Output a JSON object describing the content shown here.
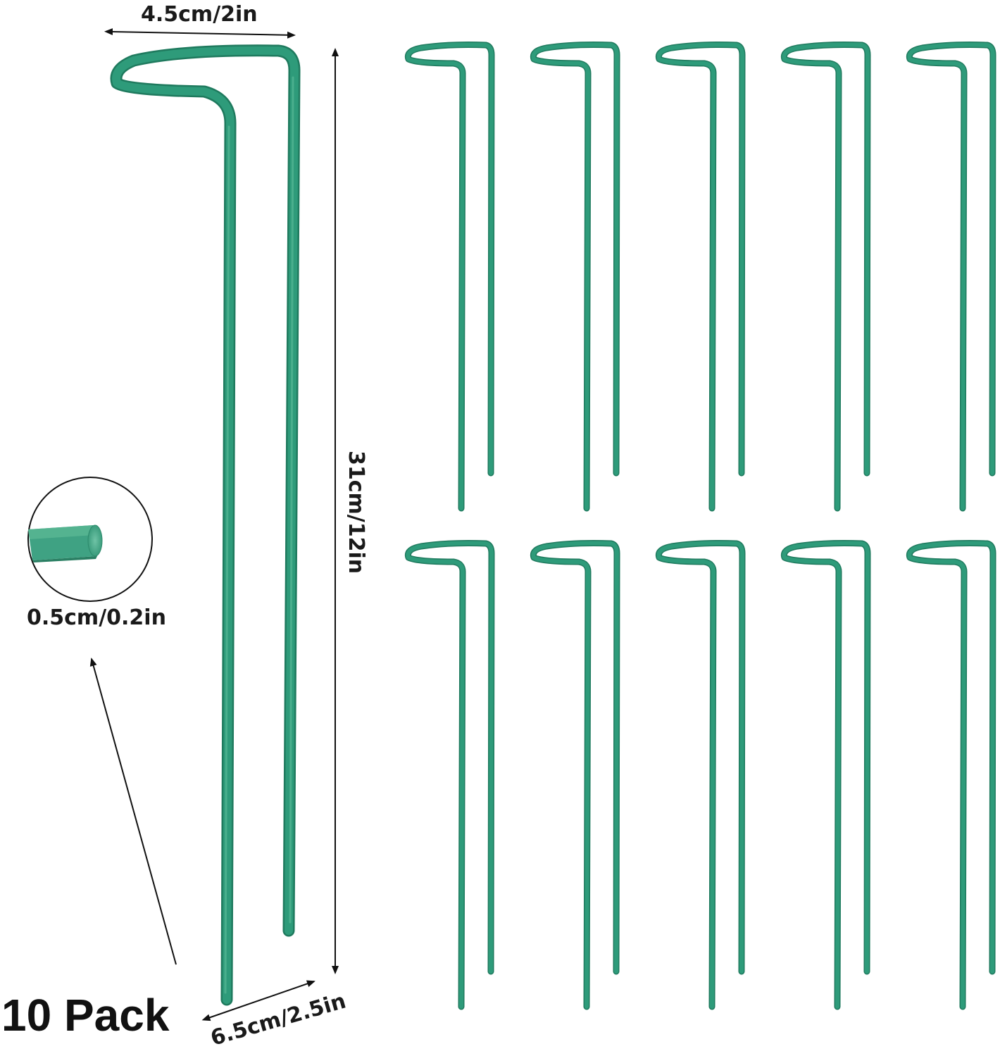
{
  "product": {
    "pack_label": "10 Pack",
    "stake_count": 10,
    "stake_color": "#2e9b7a",
    "stake_shadow_color": "#1f7a5e"
  },
  "dimensions": {
    "top_width": "4.5cm/2in",
    "height": "31cm/12in",
    "base_width": "6.5cm/2.5in",
    "thickness": "0.5cm/0.2in"
  },
  "icons": {
    "dimension_arrow": "double-headed-arrow",
    "pointer_arrow": "single-arrow",
    "zoom_circle": "magnified-rod-end"
  }
}
